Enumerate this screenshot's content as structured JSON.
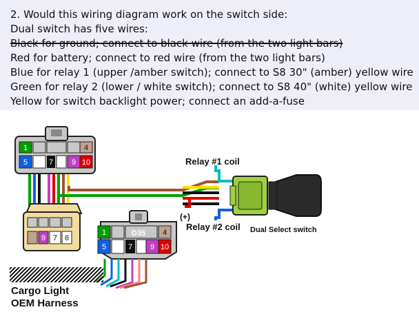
{
  "post": {
    "lines": [
      "2. Would this wiring diagram work on the switch side:",
      "Dual switch has five wires:",
      "Black for ground; connect to black wire (from the two light bars)",
      "Red for battery; connect to red wire (from the two light bars)",
      "Blue for relay 1 (upper /amber switch); connect to S8 30\" (amber) yellow wire",
      "Green for relay 2 (lower / white switch); connect to S8 40\" (white) yellow wire",
      "Yellow for switch backlight power; connect an add-a-fuse"
    ]
  },
  "diagram": {
    "relay1_label": "Relay #1 coil",
    "relay2_label": "Relay #2 coil",
    "plus_label": "(+)",
    "switch_label": "Dual Select switch",
    "harness_label_1": "Cargo Light",
    "harness_label_2": "OEM Harness",
    "top_connector": {
      "pin1": "1",
      "pin4": "4",
      "pin5": "5",
      "pin7": "7",
      "pin9": "9",
      "pin10": "10"
    },
    "beige_connector": {
      "pin9": "9",
      "pin7": "7",
      "pin6": "6"
    },
    "bottom_connector": {
      "id": "D35",
      "pin1": "1",
      "pin4": "4",
      "pin5": "5",
      "pin7": "7",
      "pin9": "9",
      "pin10": "10"
    },
    "colors": {
      "yellow": "#ffe000",
      "red": "#e00000",
      "blue": "#1060e0",
      "green": "#00a000",
      "cyan": "#00c0c0",
      "brown": "#a0522d",
      "switch_housing": "#a0d040"
    }
  }
}
